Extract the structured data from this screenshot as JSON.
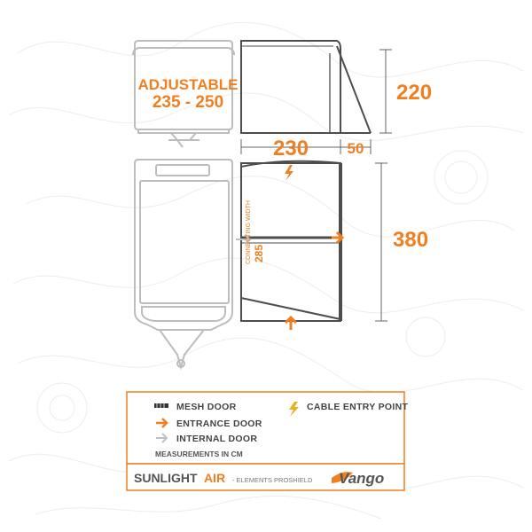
{
  "top_view": {
    "adjustable_label": "ADJUSTABLE",
    "adjustable_range": "235 - 250",
    "height_value": "220",
    "depth_value": "230",
    "overhang_value": "50"
  },
  "plan_view": {
    "width_value": "380",
    "connecting_width_label": "CONNECTING WIDTH",
    "connecting_width_value": "285"
  },
  "legend": {
    "items": [
      {
        "icon": "mesh-door-icon",
        "label": "MESH DOOR"
      },
      {
        "icon": "entrance-door-arrow-icon",
        "label": "ENTRANCE DOOR"
      },
      {
        "icon": "internal-door-arrow-icon",
        "label": "INTERNAL DOOR"
      },
      {
        "icon": "lightning-bolt-icon",
        "label": "CABLE ENTRY POINT"
      }
    ],
    "measurements_note": "MEASUREMENTS IN CM"
  },
  "product": {
    "name_prefix": "SUNLIGHT",
    "name_accent": "AIR",
    "subtitle": "- ELEMENTS PROSHIELD",
    "brand": "Vango"
  },
  "colors": {
    "accent": "#f07f21",
    "outline": "#4d4d4d",
    "caravan": "#bdbdbd",
    "text": "#444444"
  }
}
